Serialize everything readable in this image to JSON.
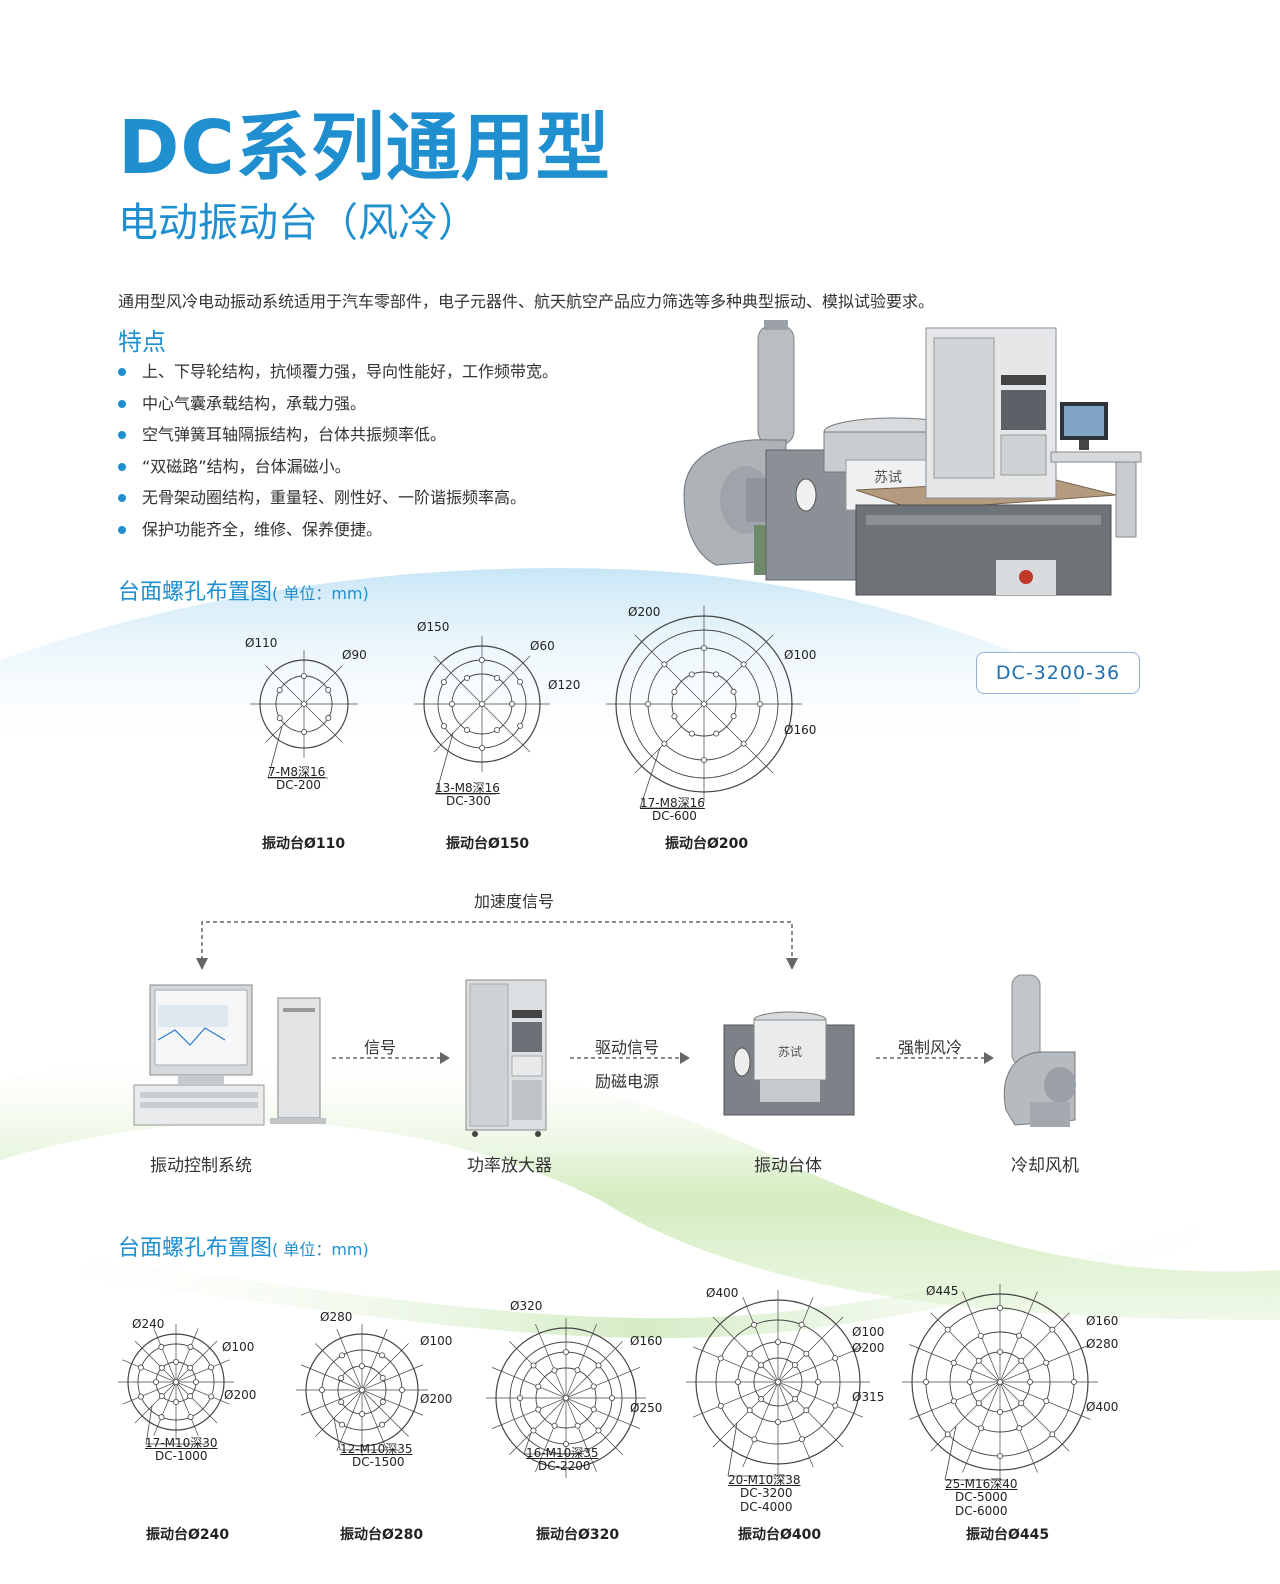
{
  "header": {
    "title": "DC系列通用型",
    "subtitle": "电动振动台（风冷）"
  },
  "intro": "通用型风冷电动振动系统适用于汽车零部件，电子元器件、航天航空产品应力筛选等多种典型振动、模拟试验要求。",
  "features": {
    "heading": "特点",
    "items": [
      "上、下导轮结构，抗倾覆力强，导向性能好，工作频带宽。",
      "中心气囊承载结构，承载力强。",
      "空气弹簧耳轴隔振结构，台体共振频率低。",
      "“双磁路”结构，台体漏磁小。",
      "无骨架动圈结构，重量轻、刚性好、一阶谐振频率高。",
      "保护功能齐全，维修、保养便捷。"
    ]
  },
  "product": {
    "model": "DC-3200-36",
    "machine_logo": "苏试"
  },
  "diagram_top": {
    "title": "台面螺孔布置图",
    "unit": "( 单位：mm)",
    "tables": [
      {
        "labels": [
          "Ø110",
          "Ø90"
        ],
        "hole_spec": "7-M8深16",
        "model": "DC-200",
        "caption": "振动台Ø110"
      },
      {
        "labels": [
          "Ø150",
          "Ø60",
          "Ø120"
        ],
        "hole_spec": "13-M8深16",
        "model": "DC-300",
        "caption": "振动台Ø150"
      },
      {
        "labels": [
          "Ø200",
          "Ø100",
          "Ø160"
        ],
        "hole_spec": "17-M8深16",
        "model": "DC-600",
        "caption": "振动台Ø200"
      }
    ]
  },
  "flow": {
    "feedback": "加速度信号",
    "signal": "信号",
    "drive_signal": "驱动信号",
    "excitation": "励磁电源",
    "cooling": "强制风冷",
    "nodes": [
      "振动控制系统",
      "功率放大器",
      "振动台体",
      "冷却风机"
    ],
    "machine_logo": "苏试"
  },
  "diagram_bottom": {
    "title": "台面螺孔布置图",
    "unit": "( 单位：mm)",
    "tables": [
      {
        "labels": [
          "Ø240",
          "Ø100",
          "Ø200"
        ],
        "hole_spec": "17-M10深30",
        "models": [
          "DC-1000"
        ],
        "caption": "振动台Ø240"
      },
      {
        "labels": [
          "Ø280",
          "Ø100",
          "Ø200"
        ],
        "hole_spec": "12-M10深35",
        "models": [
          "DC-1500"
        ],
        "caption": "振动台Ø280"
      },
      {
        "labels": [
          "Ø320",
          "Ø160",
          "Ø250"
        ],
        "hole_spec": "16-M10深35",
        "models": [
          "DC-2200"
        ],
        "caption": "振动台Ø320"
      },
      {
        "labels": [
          "Ø400",
          "Ø100",
          "Ø200",
          "Ø315"
        ],
        "hole_spec": "20-M10深38",
        "models": [
          "DC-3200",
          "DC-4000"
        ],
        "caption": "振动台Ø400"
      },
      {
        "labels": [
          "Ø445",
          "Ø160",
          "Ø280",
          "Ø400"
        ],
        "hole_spec": "25-M16深40",
        "models": [
          "DC-5000",
          "DC-6000"
        ],
        "caption": "振动台Ø445"
      }
    ]
  },
  "colors": {
    "brand_blue": "#1f8fd0",
    "wave_blue": "#cfe9f7",
    "wave_green": "#c8e8b0"
  }
}
